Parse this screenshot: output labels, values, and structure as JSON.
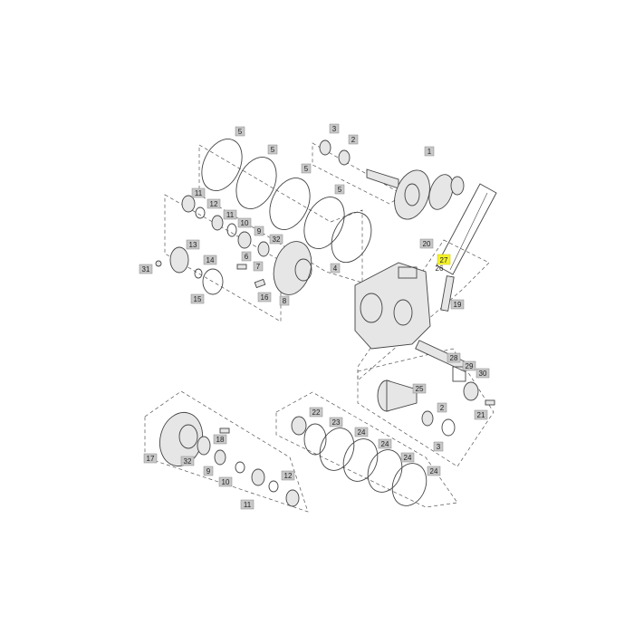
{
  "diagram": {
    "highlight_color": "#f4f12a",
    "highlighted_part": "27",
    "callouts": [
      "5",
      "5",
      "5",
      "5",
      "3",
      "2",
      "1",
      "11",
      "12",
      "11",
      "10",
      "9",
      "32",
      "13",
      "14",
      "31",
      "15",
      "6",
      "7",
      "16",
      "8",
      "4",
      "20",
      "27",
      "26",
      "19",
      "28",
      "29",
      "30",
      "25",
      "2",
      "21",
      "3",
      "22",
      "23",
      "24",
      "24",
      "24",
      "24",
      "18",
      "17",
      "32",
      "9",
      "10",
      "12",
      "11"
    ]
  }
}
